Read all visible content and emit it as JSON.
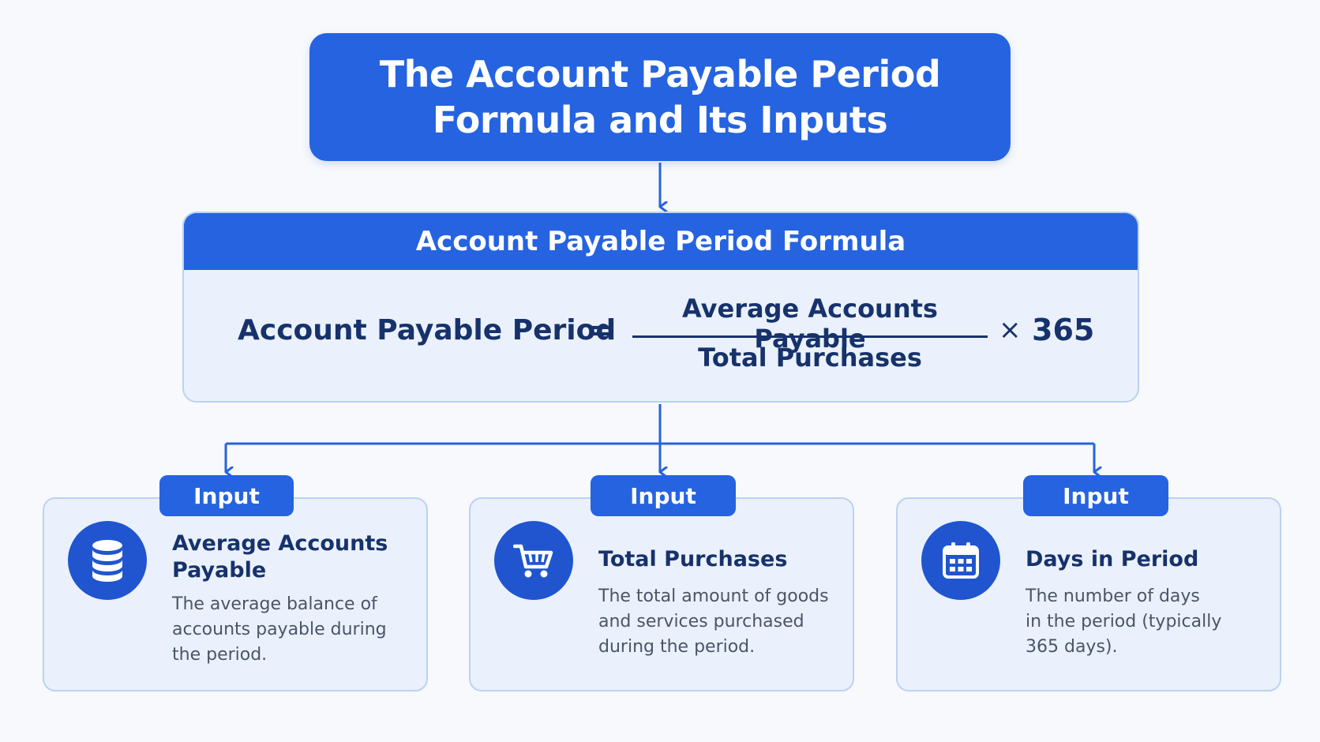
{
  "title": {
    "line1": "The Account Payable Period",
    "line2": "Formula and Its Inputs"
  },
  "formula": {
    "header": "Account Payable Period Formula",
    "lhs": "Account Payable Period",
    "equals": "=",
    "numerator": "Average Accounts Payable",
    "denominator": "Total Purchases",
    "times": "×",
    "multiplier": "365"
  },
  "inputs": [
    {
      "badge": "Input",
      "icon": "database-icon",
      "title_line1": "Average Accounts",
      "title_line2": "Payable",
      "desc_line1": "The average balance of",
      "desc_line2": "accounts payable during",
      "desc_line3": "the period."
    },
    {
      "badge": "Input",
      "icon": "shopping-cart-icon",
      "title_line1": "Total Purchases",
      "desc_line1": "The total amount of goods",
      "desc_line2": "and services purchased",
      "desc_line3": "during the period."
    },
    {
      "badge": "Input",
      "icon": "calendar-icon",
      "title_line1": "Days in Period",
      "desc_line1": "The number of days",
      "desc_line2": "in the period (typically",
      "desc_line3": "365 days)."
    }
  ],
  "colors": {
    "primary": "#2563e0",
    "text_dark": "#17326b",
    "panel_bg": "#eaf1fc",
    "panel_border": "#bcd1f3"
  }
}
